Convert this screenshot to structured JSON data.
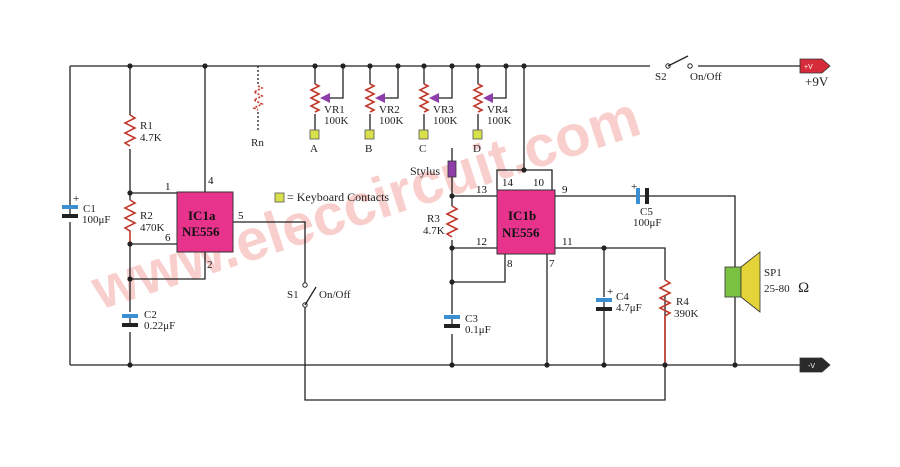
{
  "watermark": "www.eleccircuit.com",
  "ic_a": {
    "name": "IC1a",
    "part": "NE556",
    "pins": [
      "1",
      "4",
      "6",
      "2",
      "5"
    ]
  },
  "ic_b": {
    "name": "IC1b",
    "part": "NE556",
    "pins": [
      "13",
      "14",
      "10",
      "9",
      "12",
      "11",
      "8",
      "7"
    ]
  },
  "components": {
    "c1": {
      "ref": "C1",
      "value": "100μF"
    },
    "r1": {
      "ref": "R1",
      "value": "4.7K"
    },
    "r2": {
      "ref": "R2",
      "value": "470K"
    },
    "c2": {
      "ref": "C2",
      "value": "0.22μF"
    },
    "rn": {
      "ref": "Rn"
    },
    "vr1": {
      "ref": "VR1",
      "value": "100K",
      "key": "A"
    },
    "vr2": {
      "ref": "VR2",
      "value": "100K",
      "key": "B"
    },
    "vr3": {
      "ref": "VR3",
      "value": "100K",
      "key": "C"
    },
    "vr4": {
      "ref": "VR4",
      "value": "100K",
      "key": "D"
    },
    "r3": {
      "ref": "R3",
      "value": "4.7K"
    },
    "c3": {
      "ref": "C3",
      "value": "0.1μF"
    },
    "c4": {
      "ref": "C4",
      "value": "4.7μF"
    },
    "r4": {
      "ref": "R4",
      "value": "390K"
    },
    "c5": {
      "ref": "C5",
      "value": "100μF"
    },
    "sp1": {
      "ref": "SP1",
      "value": "25-80",
      "unit": "Ω"
    },
    "s1": {
      "ref": "S1",
      "label": "On/Off"
    },
    "s2": {
      "ref": "S2",
      "label": "On/Off"
    },
    "stylus": "Stylus"
  },
  "legend": {
    "text": "= Keyboard Contacts"
  },
  "power": {
    "pos_tag": "+V",
    "pos_label": "+9V",
    "neg_tag": "-V",
    "polarity": "+"
  },
  "colors": {
    "resistor": "#c0392b",
    "ic": "#e8338c",
    "capacitor": "#3a8fd0",
    "contact": "#d8e04a",
    "speaker": "#7cc242",
    "terminal": "#d62b3a"
  }
}
